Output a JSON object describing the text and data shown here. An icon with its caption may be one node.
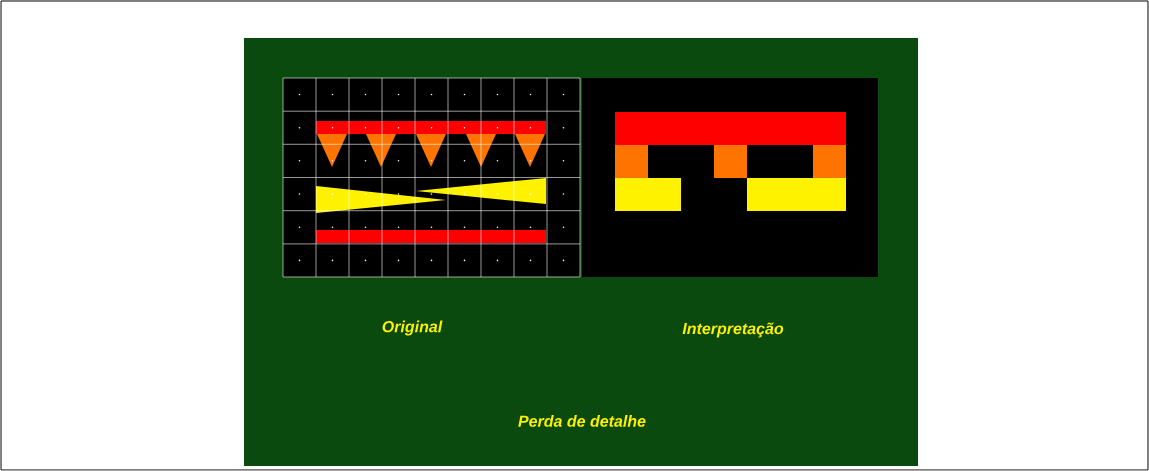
{
  "diagram": {
    "labels": [
      "Original",
      "Interpretação",
      "Perda de detalhe"
    ]
  }
}
